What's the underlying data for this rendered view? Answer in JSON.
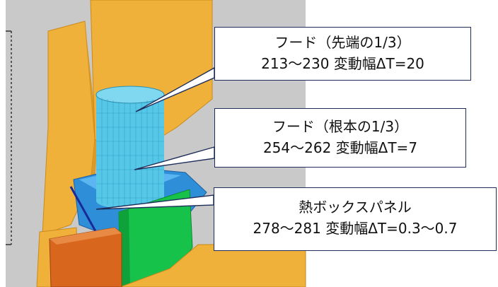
{
  "callouts": [
    {
      "title": "フード（先端の1/3）",
      "detail": "213～230  変動幅ΔT=20"
    },
    {
      "title": "フード（根本の1/3）",
      "detail": "254～262  変動幅ΔT=7"
    },
    {
      "title": "熱ボックスパネル",
      "detail": "278～281  変動幅ΔT=0.3～0.7"
    }
  ],
  "colors": {
    "background_gray": "#c9c9c9",
    "panel_orange": "#f0b13a",
    "hood_cyan": "#57c7e8",
    "box_blue": "#2e8fd8",
    "green_panel": "#17c24a",
    "dark_orange": "#d8661d",
    "callout_border": "#1f2d5a"
  }
}
